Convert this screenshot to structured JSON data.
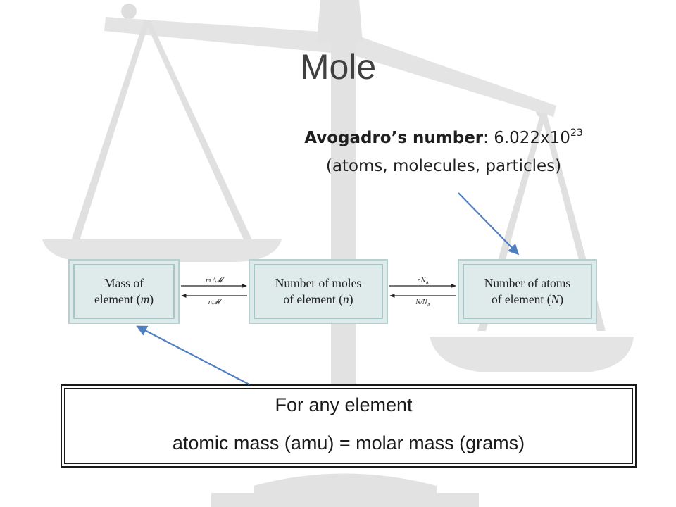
{
  "slide": {
    "title": "Mole",
    "avogadro": {
      "label": "Avogadro’s number",
      "separator": ": ",
      "mantissa": "6.022x10",
      "exponent": "23",
      "line2": "(atoms, molecules, particles)"
    },
    "diagram": {
      "boxes": [
        {
          "line1": "Mass of",
          "line2_text": "element (",
          "line2_var": "m",
          "line2_end": ")"
        },
        {
          "line1": "Number of moles",
          "line2_text": "of element (",
          "line2_var": "n",
          "line2_end": ")"
        },
        {
          "line1": "Number of atoms",
          "line2_text": "of element (",
          "line2_var": "N",
          "line2_end": ")"
        }
      ],
      "arrows": {
        "mass_to_moles": "m /𝓜",
        "moles_to_mass": "n𝓜",
        "moles_to_atoms_main": "nN",
        "moles_to_atoms_sub": "A",
        "atoms_to_moles_main": "N/N",
        "atoms_to_moles_sub": "A"
      }
    },
    "info": {
      "line1": "For any element",
      "line2": "atomic mass (amu) = molar mass (grams)"
    },
    "colors": {
      "title": "#404040",
      "box_fill": "#dfeaea",
      "box_border": "#b6cfcf",
      "pointer_arrow": "#4f7fc0",
      "scale_background": "#e6e6e6"
    }
  }
}
